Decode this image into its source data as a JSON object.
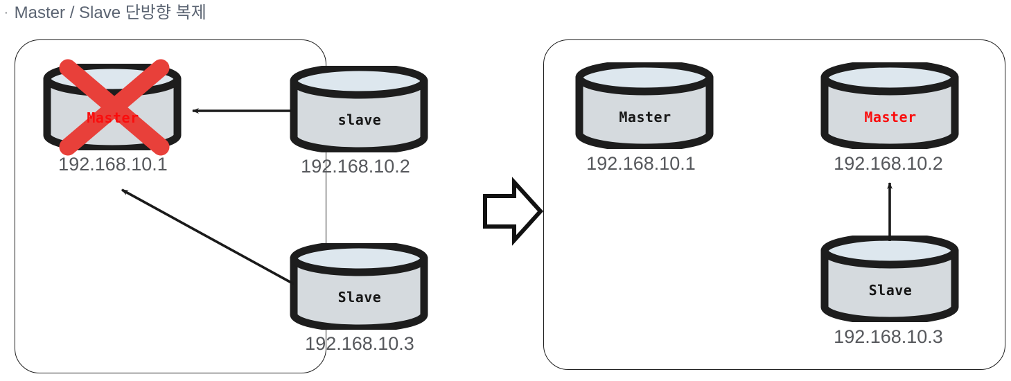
{
  "slide": {
    "bullet_glyph": "·",
    "title": "Master / Slave 단방향 복제",
    "title_color": "#5b6472",
    "background": "#ffffff"
  },
  "palette": {
    "cylinder_body": "#d5dade",
    "cylinder_top": "#dde7ee",
    "cylinder_stroke": "#1d1d1d",
    "arrow": "#1a1a1a",
    "cross_red": "#e8403a",
    "label_red": "#fa0d0d",
    "label_black": "#161616",
    "ip_text": "#56585c",
    "panel_border": "#1d1d1d"
  },
  "panels": [
    {
      "id": "before",
      "name": "before-failover-panel",
      "nodes": [
        {
          "id": "before-master",
          "role_label": "Master",
          "role_color": "red",
          "ip": "192.168.10.1",
          "failed": true,
          "cross_mark": "red-x"
        },
        {
          "id": "before-slave-2",
          "role_label": "slave",
          "role_color": "black",
          "ip": "192.168.10.2",
          "failed": false
        },
        {
          "id": "before-slave-3",
          "role_label": "Slave",
          "role_color": "black",
          "ip": "192.168.10.3",
          "failed": false
        }
      ],
      "arrows": [
        {
          "id": "arrow-slave2-to-master",
          "from": "before-slave-2",
          "to": "before-master",
          "direction": "left"
        },
        {
          "id": "arrow-slave3-to-master",
          "from": "before-slave-3",
          "to": "before-master",
          "direction": "up-left"
        }
      ]
    },
    {
      "id": "after",
      "name": "after-failover-panel",
      "nodes": [
        {
          "id": "after-node-1",
          "role_label": "Master",
          "role_color": "black",
          "ip": "192.168.10.1",
          "failed": false
        },
        {
          "id": "after-new-master",
          "role_label": "Master",
          "role_color": "red",
          "ip": "192.168.10.2",
          "failed": false
        },
        {
          "id": "after-slave-3",
          "role_label": "Slave",
          "role_color": "black",
          "ip": "192.168.10.3",
          "failed": false
        }
      ],
      "arrows": [
        {
          "id": "arrow-slave3-to-new-master",
          "from": "after-slave-3",
          "to": "after-new-master",
          "direction": "up"
        }
      ]
    }
  ],
  "transition": {
    "name": "transition-arrow",
    "shape": "block-arrow-right",
    "direction": "right"
  }
}
